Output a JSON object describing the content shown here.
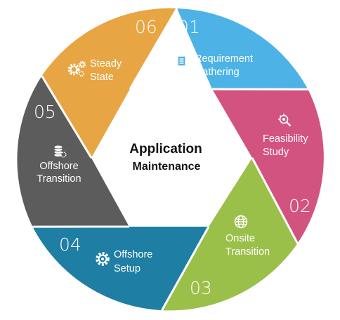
{
  "center": {
    "line1": "Application",
    "line2": "Maintenance"
  },
  "segments": [
    {
      "number": "01",
      "line1": "Requirement",
      "line2": "Gathering",
      "color": "#4db3e6",
      "icon": "document-icon"
    },
    {
      "number": "02",
      "line1": "Feasibility",
      "line2": "Study",
      "color": "#d35380",
      "icon": "search-gear-icon"
    },
    {
      "number": "03",
      "line1": "Onsite",
      "line2": "Transition",
      "color": "#9bc04a",
      "icon": "globe-icon"
    },
    {
      "number": "04",
      "line1": "Offshore",
      "line2": "Setup",
      "color": "#1f7ea3",
      "icon": "gear-icon"
    },
    {
      "number": "05",
      "line1": "Offshore",
      "line2": "Transition",
      "color": "#5c5c5c",
      "icon": "database-icon"
    },
    {
      "number": "06",
      "line1": "Steady",
      "line2": "State",
      "color": "#e8a543",
      "icon": "gears-icon"
    }
  ]
}
